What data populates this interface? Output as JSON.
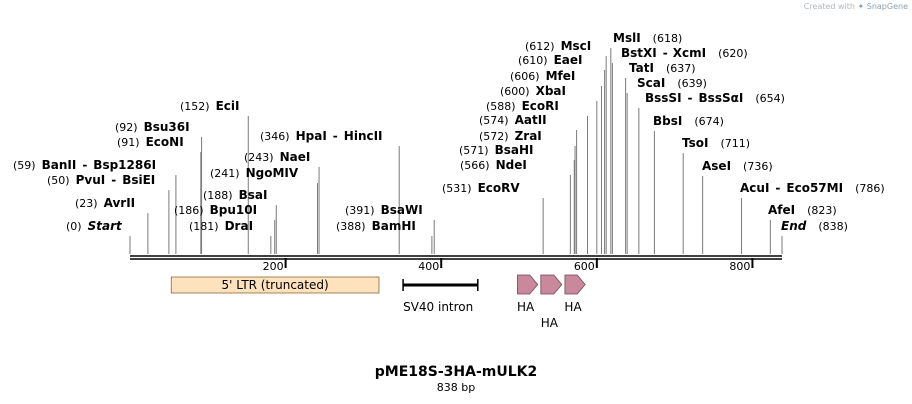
{
  "credit": {
    "prefix": "Created with",
    "brand": "SnapGene"
  },
  "plasmid": {
    "name": "pME18S-3HA-mULK2",
    "length_label": "838 bp",
    "length": 838
  },
  "sites": [
    {
      "pos": "(0)",
      "names": [
        "Start"
      ],
      "bp": 0,
      "italic": true
    },
    {
      "pos": "(23)",
      "names": [
        "AvrII"
      ],
      "bp": 23
    },
    {
      "pos": "(50)",
      "names": [
        "PvuI",
        "BsiEI"
      ],
      "bp": 50
    },
    {
      "pos": "(59)",
      "names": [
        "BanII",
        "Bsp1286I"
      ],
      "bp": 59
    },
    {
      "pos": "(91)",
      "names": [
        "EcoNI"
      ],
      "bp": 91
    },
    {
      "pos": "(92)",
      "names": [
        "Bsu36I"
      ],
      "bp": 92
    },
    {
      "pos": "(152)",
      "names": [
        "EciI"
      ],
      "bp": 152
    },
    {
      "pos": "(181)",
      "names": [
        "DraI"
      ],
      "bp": 181
    },
    {
      "pos": "(186)",
      "names": [
        "Bpu10I"
      ],
      "bp": 186
    },
    {
      "pos": "(188)",
      "names": [
        "BsaI"
      ],
      "bp": 188
    },
    {
      "pos": "(241)",
      "names": [
        "NgoMIV"
      ],
      "bp": 241
    },
    {
      "pos": "(243)",
      "names": [
        "NaeI"
      ],
      "bp": 243
    },
    {
      "pos": "(346)",
      "names": [
        "HpaI",
        "HincII"
      ],
      "bp": 346
    },
    {
      "pos": "(388)",
      "names": [
        "BamHI"
      ],
      "bp": 388
    },
    {
      "pos": "(391)",
      "names": [
        "BsaWI"
      ],
      "bp": 391
    },
    {
      "pos": "(531)",
      "names": [
        "EcoRV"
      ],
      "bp": 531
    },
    {
      "pos": "(566)",
      "names": [
        "NdeI"
      ],
      "bp": 566
    },
    {
      "pos": "(571)",
      "names": [
        "BsaHI"
      ],
      "bp": 571
    },
    {
      "pos": "(572)",
      "names": [
        "ZraI"
      ],
      "bp": 572
    },
    {
      "pos": "(574)",
      "names": [
        "AatII"
      ],
      "bp": 574
    },
    {
      "pos": "(588)",
      "names": [
        "EcoRI"
      ],
      "bp": 588
    },
    {
      "pos": "(600)",
      "names": [
        "XbaI"
      ],
      "bp": 600
    },
    {
      "pos": "(606)",
      "names": [
        "MfeI"
      ],
      "bp": 606
    },
    {
      "pos": "(610)",
      "names": [
        "EaeI"
      ],
      "bp": 610
    },
    {
      "pos": "(612)",
      "names": [
        "MscI"
      ],
      "bp": 612
    },
    {
      "pos": "(618)",
      "names": [
        "MslI"
      ],
      "bp": 618
    },
    {
      "pos": "(620)",
      "names": [
        "BstXI",
        "XcmI"
      ],
      "bp": 620
    },
    {
      "pos": "(637)",
      "names": [
        "TatI"
      ],
      "bp": 637
    },
    {
      "pos": "(639)",
      "names": [
        "ScaI"
      ],
      "bp": 639
    },
    {
      "pos": "(654)",
      "names": [
        "BssSI",
        "BssSαI"
      ],
      "bp": 654
    },
    {
      "pos": "(674)",
      "names": [
        "BbsI"
      ],
      "bp": 674
    },
    {
      "pos": "(711)",
      "names": [
        "TsoI"
      ],
      "bp": 711
    },
    {
      "pos": "(736)",
      "names": [
        "AseI"
      ],
      "bp": 736
    },
    {
      "pos": "(786)",
      "names": [
        "AcuI",
        "Eco57MI"
      ],
      "bp": 786
    },
    {
      "pos": "(823)",
      "names": [
        "AfeI"
      ],
      "bp": 823
    },
    {
      "pos": "(838)",
      "names": [
        "End"
      ],
      "bp": 838,
      "italic": true
    }
  ],
  "ticks": [
    {
      "label": "200",
      "bp": 200
    },
    {
      "label": "400",
      "bp": 400
    },
    {
      "label": "600",
      "bp": 600
    },
    {
      "label": "800",
      "bp": 800
    }
  ],
  "features": {
    "ltr": {
      "label": "5' LTR (truncated)",
      "start": 53,
      "end": 320,
      "fill": "#fde2bd"
    },
    "intron": {
      "label": "SV40 intron",
      "start": 351,
      "end": 447
    },
    "tags": [
      {
        "label": "HA",
        "start": 498,
        "end": 524,
        "fill": "#c9889c"
      },
      {
        "label": "HA",
        "start": 528,
        "end": 555,
        "fill": "#c9889c"
      },
      {
        "label": "HA",
        "start": 559,
        "end": 585,
        "fill": "#c9889c"
      }
    ]
  }
}
